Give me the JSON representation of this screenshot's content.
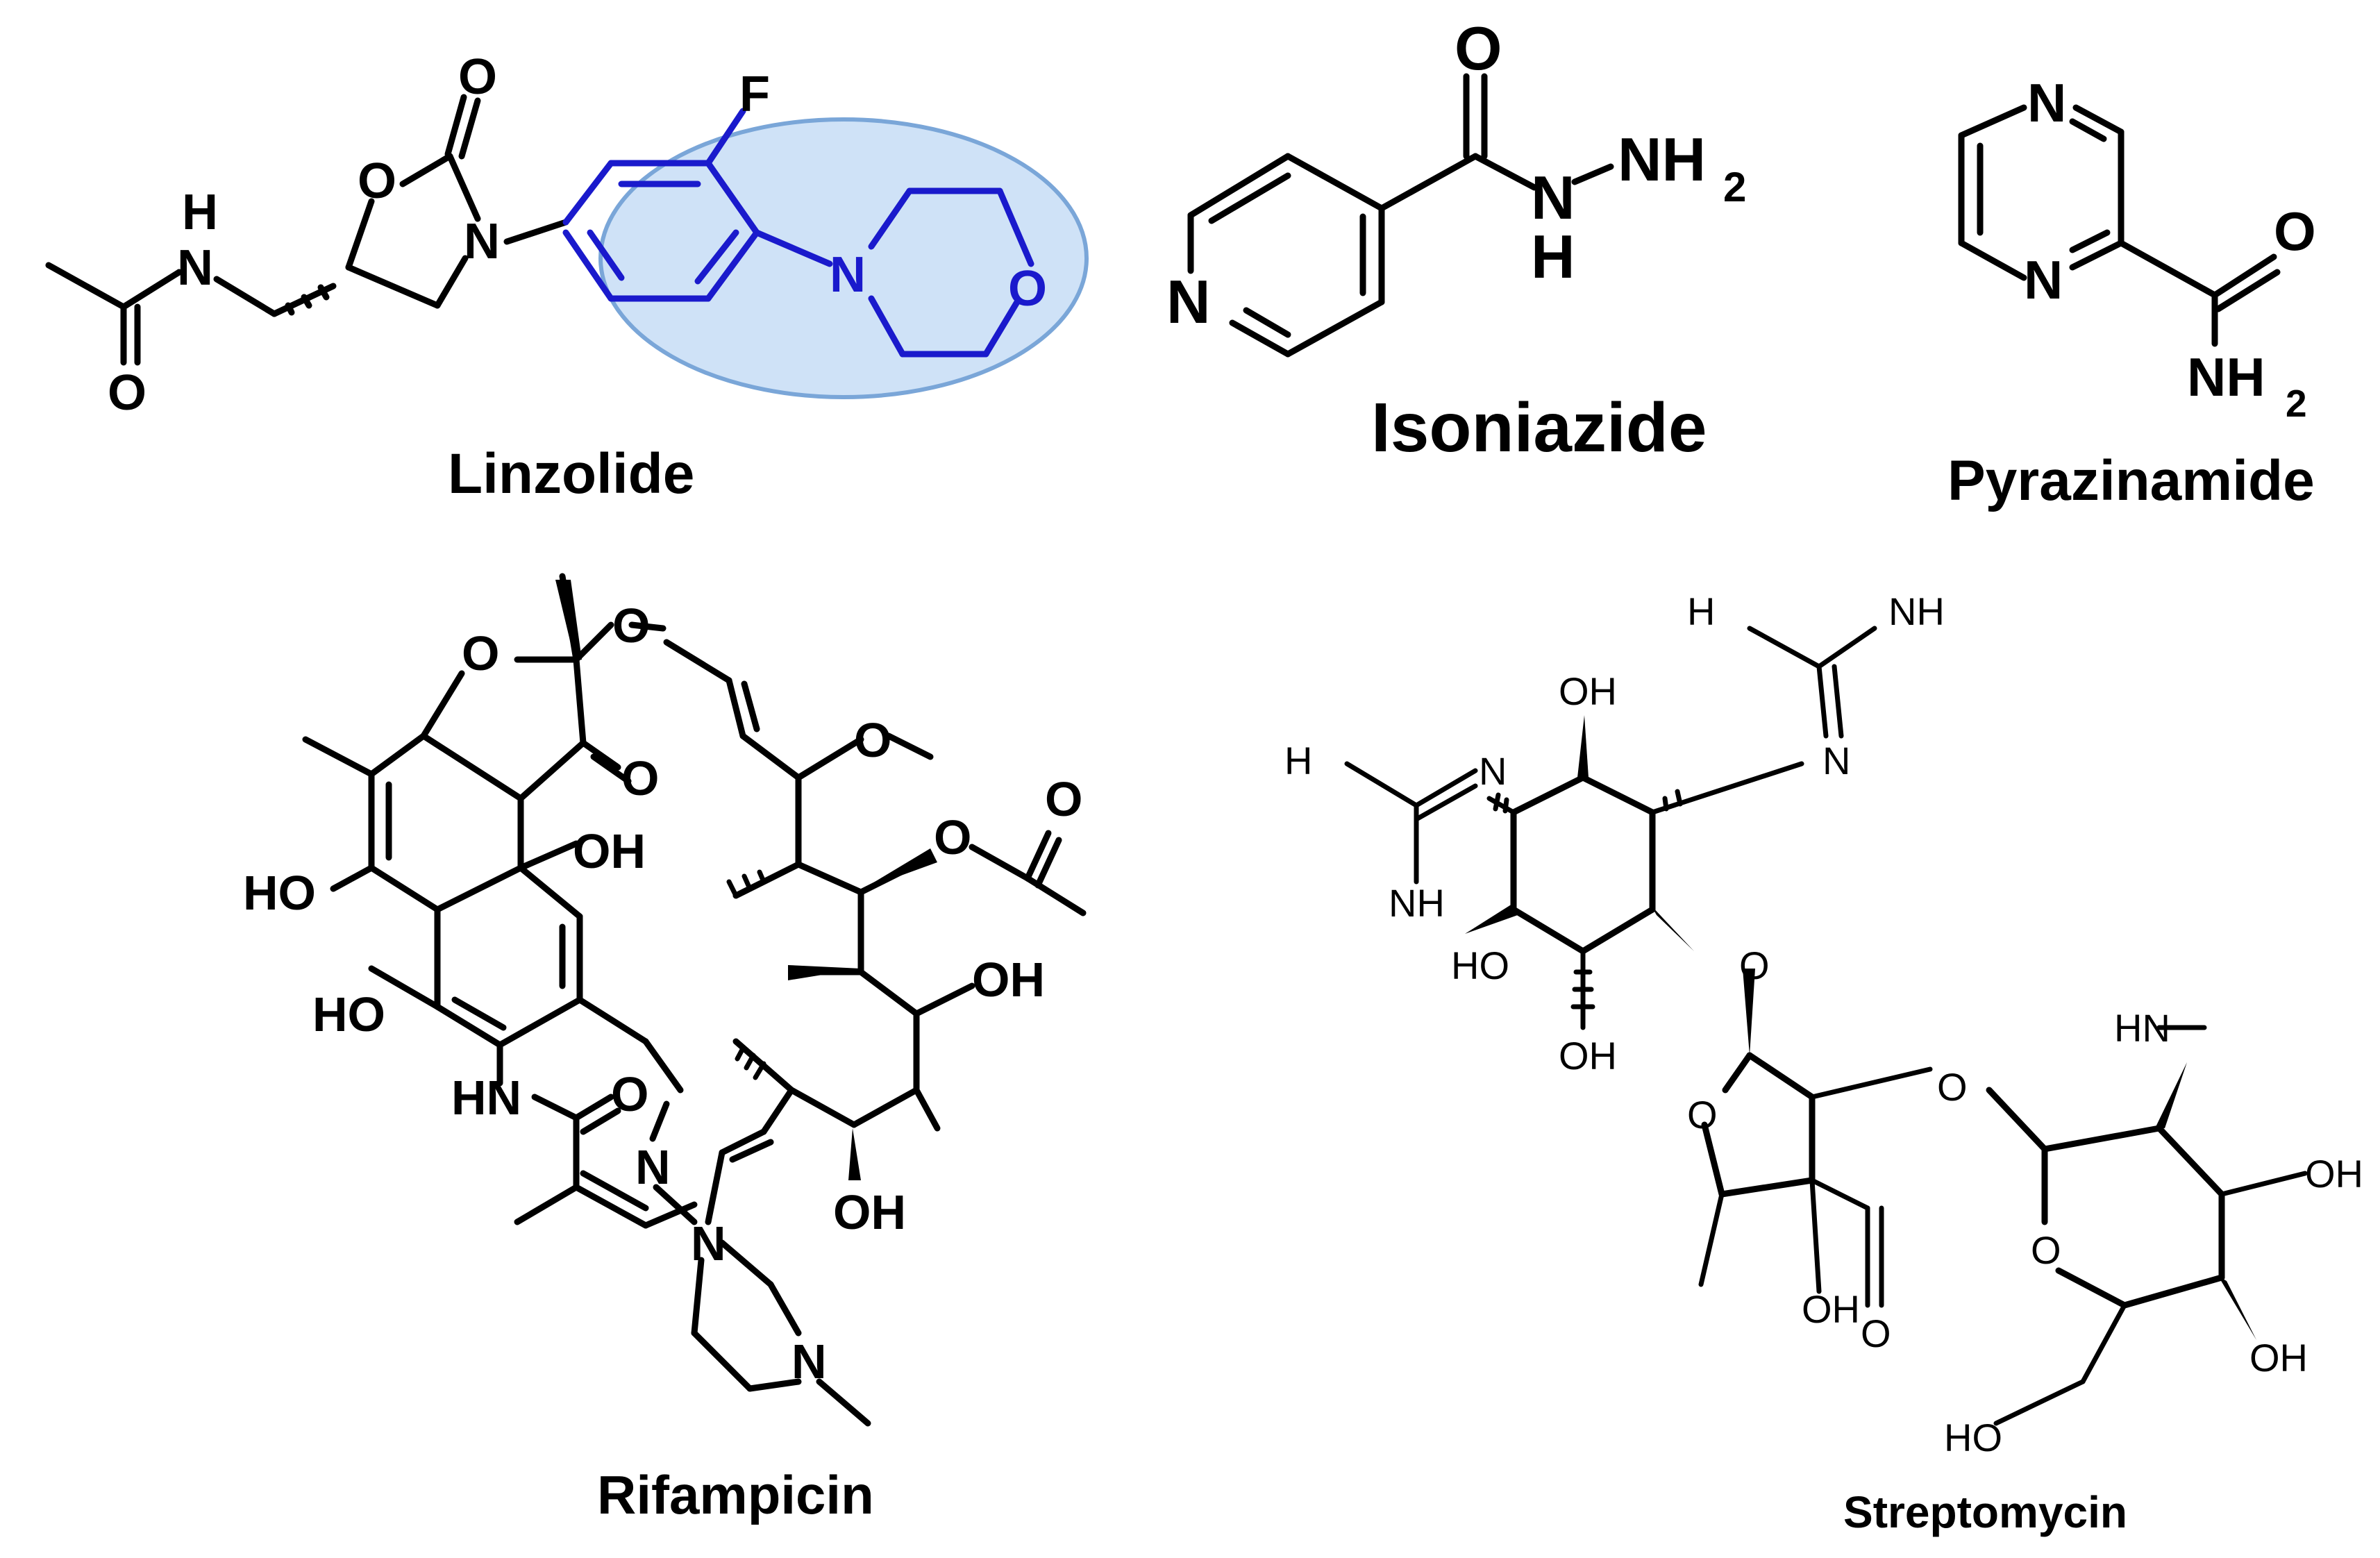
{
  "captions": {
    "linezolid": "Linzolide",
    "isoniazide": "Isoniazide",
    "pyrazinamide": "Pyrazinamide",
    "rifampicin": "Rifampicin",
    "streptomycin": "Streptomycin"
  },
  "atoms": {
    "O": "O",
    "N": "N",
    "H": "H",
    "F": "F",
    "NH": "NH",
    "HN": "HN",
    "OH": "OH",
    "HO": "HO",
    "NH2": "NH",
    "H2N": "H",
    "sub2": "2"
  },
  "colors": {
    "highlight_fill": "#cfe2f7",
    "highlight_stroke": "#7aa6d8",
    "highlight_atoms": "#1a1acc"
  }
}
